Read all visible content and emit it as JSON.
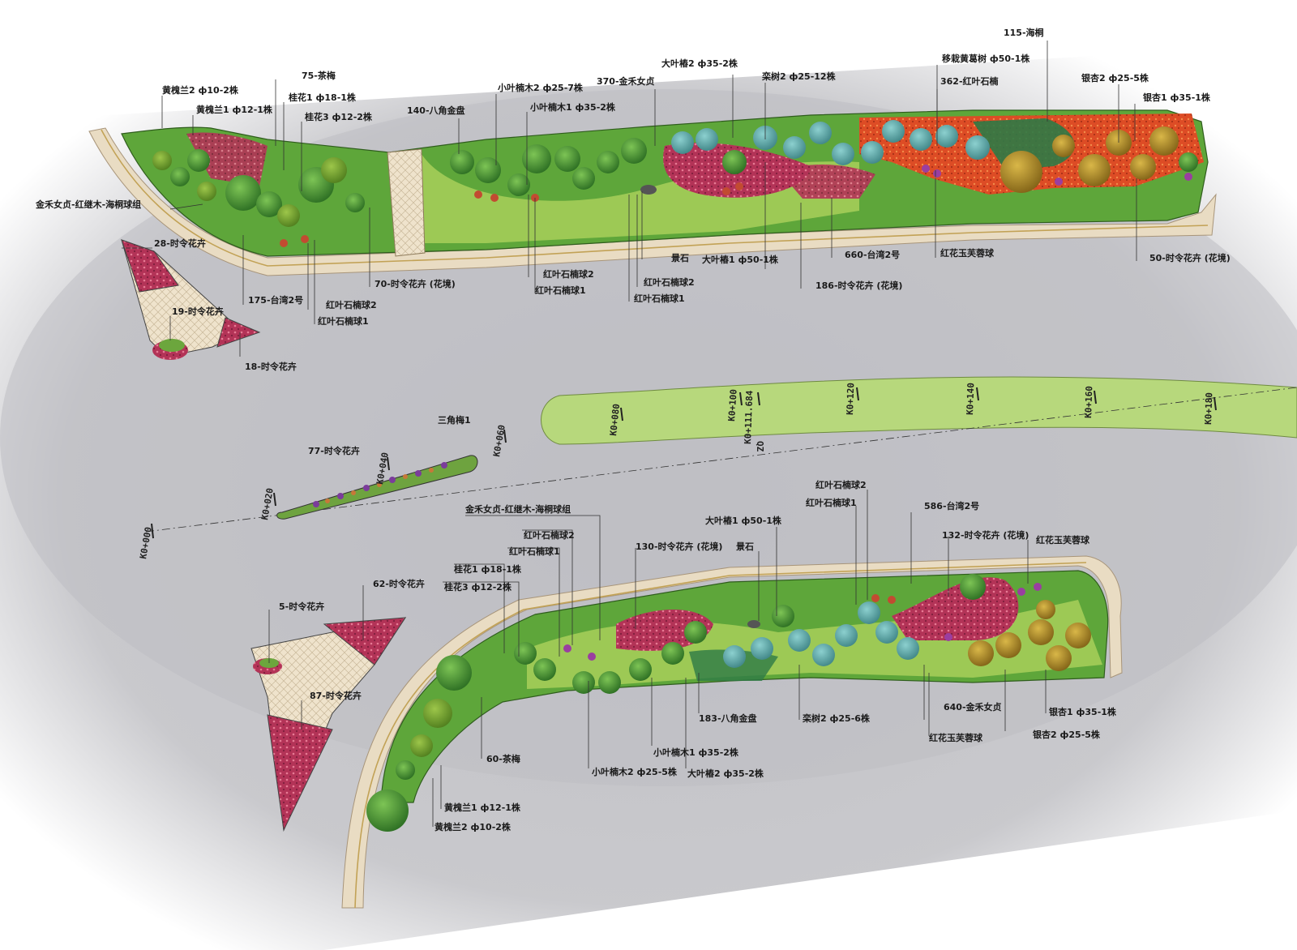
{
  "top_labels": [
    {
      "id": "t1",
      "text": "黄槐兰2 ф10-2株"
    },
    {
      "id": "t2",
      "text": "黄槐兰1 ф12-1株"
    },
    {
      "id": "t3",
      "text": "75-茶梅"
    },
    {
      "id": "t4",
      "text": "桂花1 ф18-1株"
    },
    {
      "id": "t5",
      "text": "桂花3 ф12-2株"
    },
    {
      "id": "t6",
      "text": "140-八角金盘"
    },
    {
      "id": "t7",
      "text": "小叶楠木2 ф25-7株"
    },
    {
      "id": "t8",
      "text": "小叶楠木1 ф35-2株"
    },
    {
      "id": "t9",
      "text": "370-金禾女贞"
    },
    {
      "id": "t10",
      "text": "大叶樁2 ф35-2株"
    },
    {
      "id": "t11",
      "text": "栾树2 ф25-12株"
    },
    {
      "id": "t12",
      "text": "移栽黄葛树 ф50-1株"
    },
    {
      "id": "t13",
      "text": "362-红叶石楠"
    },
    {
      "id": "t14",
      "text": "115-海桐"
    },
    {
      "id": "t15",
      "text": "银杏2 ф25-5株"
    },
    {
      "id": "t16",
      "text": "银杏1 ф35-1株"
    },
    {
      "id": "t17",
      "text": "金禾女贞-红继木-海桐球组"
    },
    {
      "id": "t18",
      "text": "28-时令花卉"
    },
    {
      "id": "t19",
      "text": "19-时令花卉"
    },
    {
      "id": "t20",
      "text": "18-时令花卉"
    },
    {
      "id": "t21",
      "text": "175-台湾2号"
    },
    {
      "id": "t22",
      "text": "红叶石楠球2"
    },
    {
      "id": "t23",
      "text": "红叶石楠球1"
    },
    {
      "id": "t24",
      "text": "70-时令花卉 (花境)"
    },
    {
      "id": "t25",
      "text": "红叶石楠球2"
    },
    {
      "id": "t26",
      "text": "红叶石楠球1"
    },
    {
      "id": "t27",
      "text": "景石"
    },
    {
      "id": "t28",
      "text": "红叶石楠球2"
    },
    {
      "id": "t29",
      "text": "红叶石楠球1"
    },
    {
      "id": "t30",
      "text": "大叶樁1 ф50-1株"
    },
    {
      "id": "t31",
      "text": "660-台湾2号"
    },
    {
      "id": "t32",
      "text": "186-时令花卉 (花境)"
    },
    {
      "id": "t33",
      "text": "红花玉芙蓉球"
    },
    {
      "id": "t34",
      "text": "50-时令花卉 (花境)"
    }
  ],
  "middle_labels": [
    {
      "id": "m1",
      "text": "三角梅1"
    },
    {
      "id": "m2",
      "text": "77-时令花卉"
    }
  ],
  "chainage": [
    {
      "id": "c1",
      "text": "K0+000"
    },
    {
      "id": "c2",
      "text": "K0+020"
    },
    {
      "id": "c3",
      "text": "K0+040"
    },
    {
      "id": "c4",
      "text": "K0+060"
    },
    {
      "id": "c5",
      "text": "K0+080"
    },
    {
      "id": "c6",
      "text": "K0+100"
    },
    {
      "id": "c7",
      "text": "K0+111.684"
    },
    {
      "id": "c8",
      "text": "QZ"
    },
    {
      "id": "c9",
      "text": "K0+120"
    },
    {
      "id": "c10",
      "text": "K0+140"
    },
    {
      "id": "c11",
      "text": "K0+160"
    },
    {
      "id": "c12",
      "text": "K0+180"
    }
  ],
  "bottom_labels": [
    {
      "id": "b1",
      "text": "金禾女贞-红继木-海桐球组"
    },
    {
      "id": "b2",
      "text": "红叶石楠球2"
    },
    {
      "id": "b3",
      "text": "红叶石楠球1"
    },
    {
      "id": "b4",
      "text": "桂花1 ф18-1株"
    },
    {
      "id": "b5",
      "text": "桂花3 ф12-2株"
    },
    {
      "id": "b6",
      "text": "130-时令花卉 (花境)"
    },
    {
      "id": "b7",
      "text": "大叶樁1 ф50-1株"
    },
    {
      "id": "b8",
      "text": "景石"
    },
    {
      "id": "b9",
      "text": "红叶石楠球2"
    },
    {
      "id": "b10",
      "text": "红叶石楠球1"
    },
    {
      "id": "b11",
      "text": "586-台湾2号"
    },
    {
      "id": "b12",
      "text": "132-时令花卉 (花境)"
    },
    {
      "id": "b13",
      "text": "红花玉芙蓉球"
    },
    {
      "id": "b14",
      "text": "5-时令花卉"
    },
    {
      "id": "b15",
      "text": "62-时令花卉"
    },
    {
      "id": "b16",
      "text": "87-时令花卉"
    },
    {
      "id": "b17",
      "text": "60-茶梅"
    },
    {
      "id": "b18",
      "text": "小叶楠木1 ф35-2株"
    },
    {
      "id": "b19",
      "text": "小叶楠木2 ф25-5株"
    },
    {
      "id": "b20",
      "text": "大叶樁2 ф35-2株"
    },
    {
      "id": "b21",
      "text": "183-八角金盘"
    },
    {
      "id": "b22",
      "text": "栾树2 ф25-6株"
    },
    {
      "id": "b23",
      "text": "640-金禾女贞"
    },
    {
      "id": "b24",
      "text": "红花玉芙蓉球"
    },
    {
      "id": "b25",
      "text": "银杏1 ф35-1株"
    },
    {
      "id": "b26",
      "text": "银杏2 ф25-5株"
    },
    {
      "id": "b27",
      "text": "黄槐兰1 ф12-1株"
    },
    {
      "id": "b28",
      "text": "黄槐兰2 ф10-2株"
    }
  ],
  "colors": {
    "road": "#b9b9bd",
    "lawn": "#5ea63a",
    "lawn_light": "#a8cf5a",
    "median": "#b7d87c",
    "curb": "#e9dcc3",
    "flowers_red": "#b8355a",
    "flowers_orange": "#e2552a",
    "tree_dark": "#3d8a2e",
    "tree_teal": "#5fa7a8",
    "tree_gold": "#b7942c",
    "paving": "#eee2cc"
  }
}
